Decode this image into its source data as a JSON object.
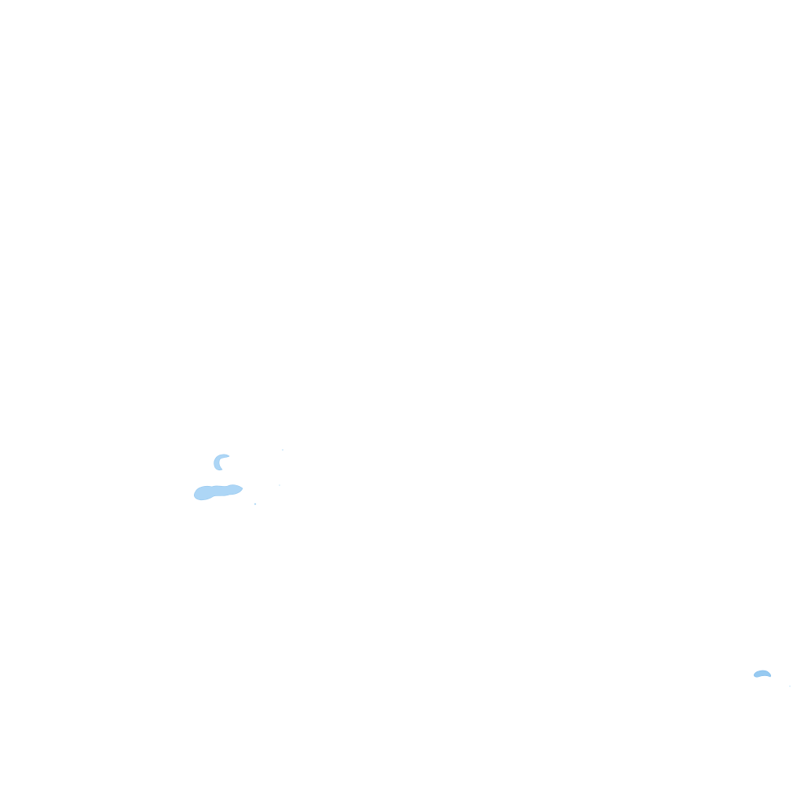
{
  "map": {
    "background_color": "#ffffff",
    "water_color": "#9fd0f5",
    "water_edge_color": "#7fbcec",
    "water_bodies": [
      {
        "name": "lake-west-large"
      },
      {
        "name": "lake-west-small"
      },
      {
        "name": "lake-west-speck"
      },
      {
        "name": "lake-east"
      }
    ]
  }
}
